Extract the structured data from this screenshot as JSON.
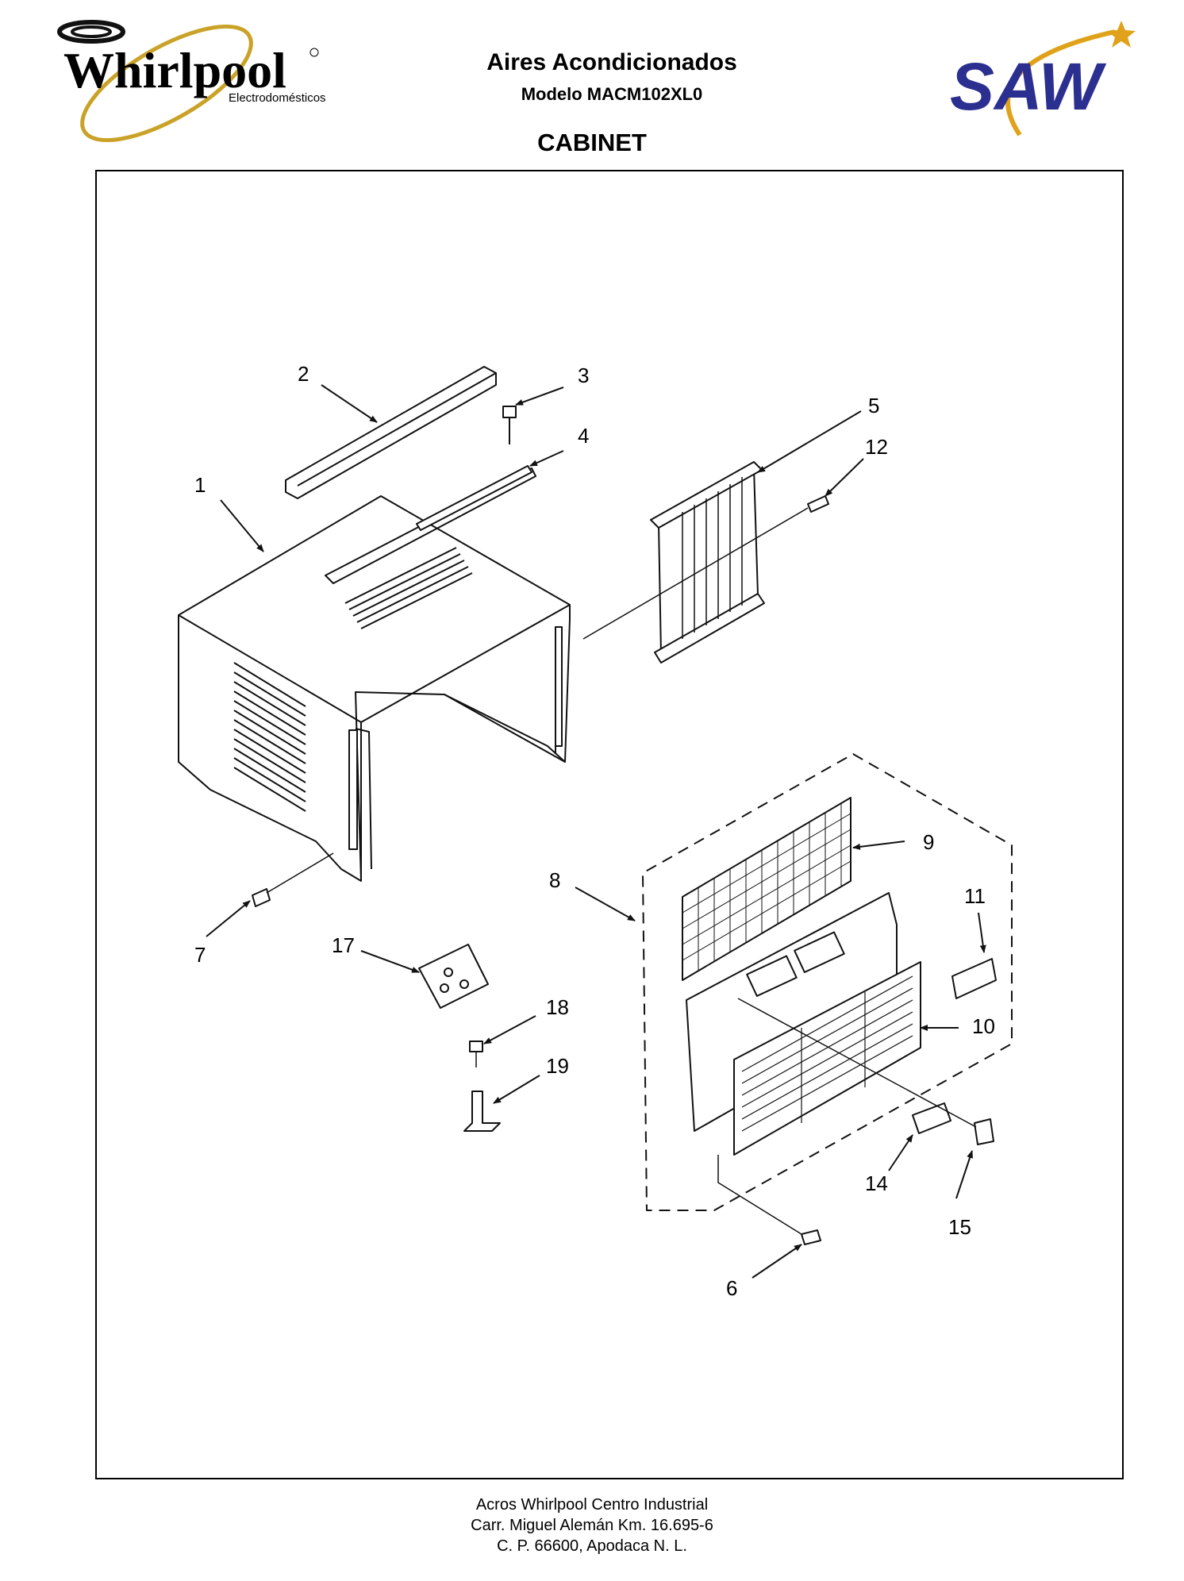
{
  "header": {
    "brand_left": "Whirlpool",
    "brand_left_sub": "Electrodomésticos",
    "title": "Aires Acondicionados",
    "model": "Modelo MACM102XL0",
    "section": "CABINET",
    "brand_right": "SAW"
  },
  "callouts": [
    "1",
    "2",
    "3",
    "4",
    "5",
    "6",
    "7",
    "8",
    "9",
    "10",
    "11",
    "12",
    "14",
    "15",
    "17",
    "18",
    "19"
  ],
  "footer": {
    "line1": "Acros Whirlpool Centro Industrial",
    "line2": "Carr. Miguel Alemán Km. 16.695-6",
    "line3": "C. P. 66600, Apodaca N. L."
  },
  "colors": {
    "whirlpool_gold": "#c9a227",
    "saw_blue": "#2b2f8f",
    "saw_gold": "#e0a21a"
  }
}
